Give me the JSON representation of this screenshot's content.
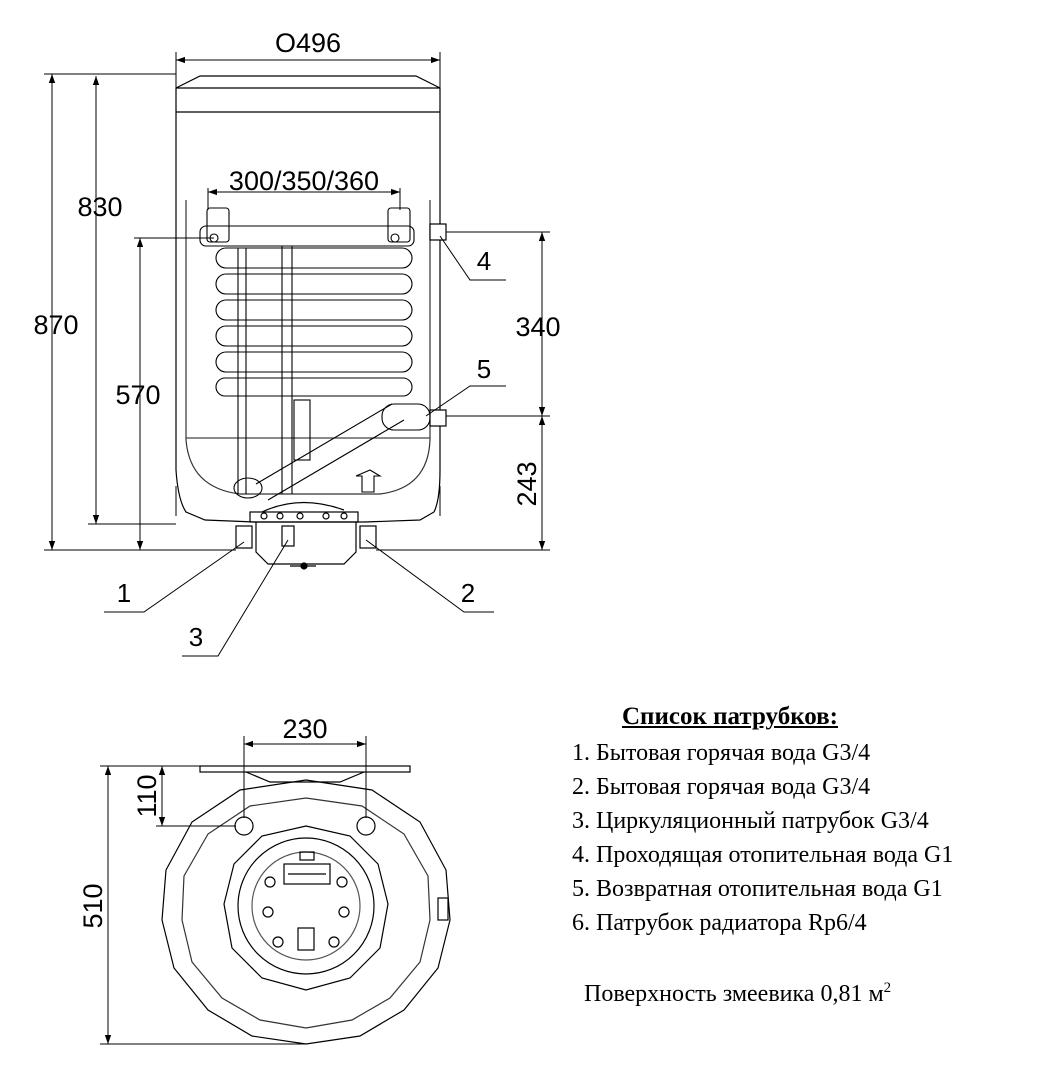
{
  "dimensions": {
    "diameter": "O496",
    "coil_width": "300/350/360",
    "height_830": "830",
    "height_870": "870",
    "height_570": "570",
    "height_340": "340",
    "height_243": "243",
    "top_spacing": "230",
    "top_offset": "110",
    "top_depth": "510"
  },
  "callouts": [
    "1",
    "2",
    "3",
    "4",
    "5"
  ],
  "legend": {
    "title": "Список патрубков:",
    "items": [
      "1. Бытовая горячая вода G3/4",
      "2. Бытовая горячая вода G3/4",
      "3. Циркуляционный патрубок G3/4",
      "4. Проходящая отопительная вода G1",
      "5. Возвратная отопительная вода G1",
      "6. Патрубок радиатора Rp6/4"
    ]
  },
  "surface": {
    "text": "Поверхность змеевика 0,81 м",
    "superscript": "2"
  }
}
